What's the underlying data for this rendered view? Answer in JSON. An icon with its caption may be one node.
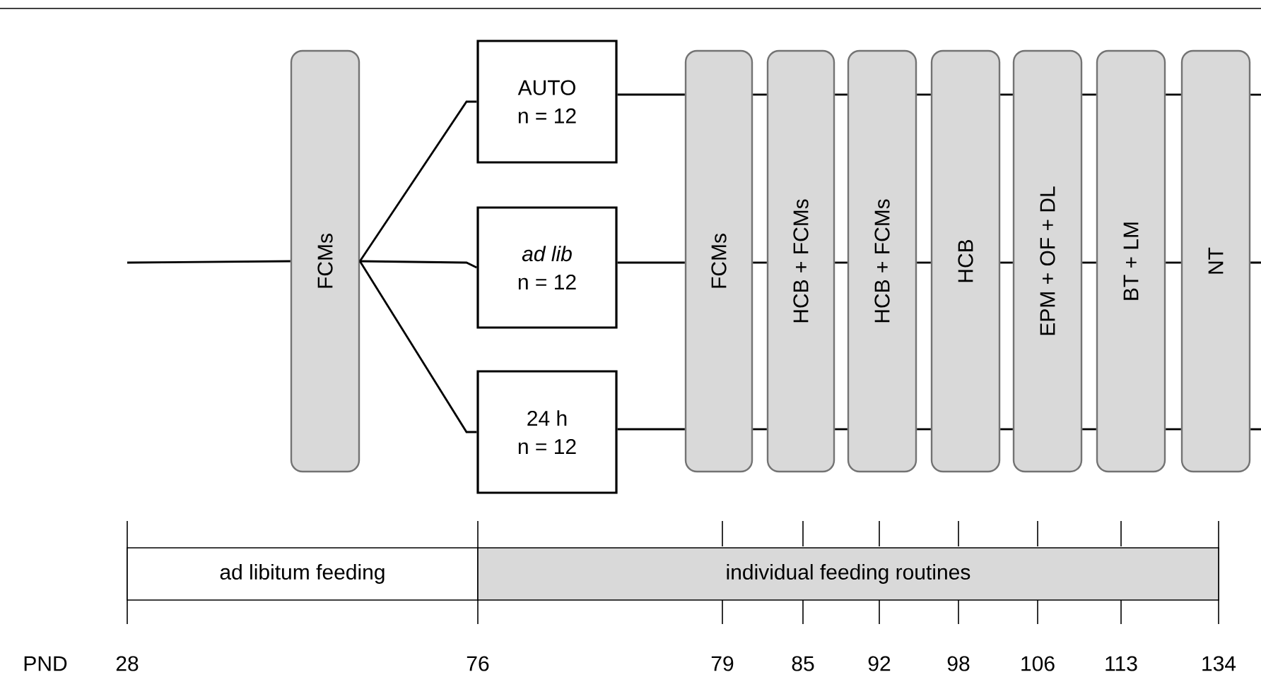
{
  "diagram": {
    "nodes": [
      {
        "text": [
          "FCMs"
        ]
      },
      {
        "text": [
          "AUTO",
          "n = 12"
        ]
      },
      {
        "text": [
          "ad lib",
          "n = 12"
        ]
      },
      {
        "text": [
          "24 h",
          "n = 12"
        ]
      },
      {
        "text": [
          "FCMs"
        ]
      },
      {
        "text": [
          "HCB + FCMs"
        ]
      },
      {
        "text": [
          "HCB + FCMs"
        ]
      },
      {
        "text": [
          "HCB"
        ]
      },
      {
        "text": [
          "EPM + OF + DL"
        ]
      },
      {
        "text": [
          "BT + LM"
        ]
      },
      {
        "text": [
          "NT"
        ]
      },
      {
        "text": [
          "ad libitum feeding"
        ]
      },
      {
        "text": [
          "individual feeding routines"
        ]
      }
    ],
    "edges": [
      {
        "from": null,
        "to": 0,
        "arrow": "none"
      },
      {
        "from": 0,
        "to": 1,
        "arrow": "none"
      },
      {
        "from": 0,
        "to": 2,
        "arrow": "none"
      },
      {
        "from": 0,
        "to": 3,
        "arrow": "none"
      },
      {
        "from": 1,
        "to": 4,
        "arrow": "none"
      },
      {
        "from": 2,
        "to": 4,
        "arrow": "none"
      },
      {
        "from": 3,
        "to": 4,
        "arrow": "none"
      },
      {
        "from": 4,
        "to": 5,
        "arrow": "none"
      },
      {
        "from": 4,
        "to": 5,
        "arrow": "none"
      },
      {
        "from": 4,
        "to": 5,
        "arrow": "none"
      },
      {
        "from": 5,
        "to": 6,
        "arrow": "none"
      },
      {
        "from": 5,
        "to": 6,
        "arrow": "none"
      },
      {
        "from": 5,
        "to": 6,
        "arrow": "none"
      },
      {
        "from": 6,
        "to": 7,
        "arrow": "none"
      },
      {
        "from": 6,
        "to": 7,
        "arrow": "none"
      },
      {
        "from": 6,
        "to": 7,
        "arrow": "none"
      },
      {
        "from": 7,
        "to": 8,
        "arrow": "none"
      },
      {
        "from": 7,
        "to": 8,
        "arrow": "none"
      },
      {
        "from": 7,
        "to": 8,
        "arrow": "none"
      },
      {
        "from": 8,
        "to": 9,
        "arrow": "none"
      },
      {
        "from": 8,
        "to": 9,
        "arrow": "none"
      },
      {
        "from": 8,
        "to": 9,
        "arrow": "none"
      },
      {
        "from": 9,
        "to": 10,
        "arrow": "none"
      },
      {
        "from": 9,
        "to": 10,
        "arrow": "none"
      },
      {
        "from": 9,
        "to": 10,
        "arrow": "none"
      },
      {
        "from": 10,
        "to": null,
        "arrow": "none"
      },
      {
        "from": 10,
        "to": null,
        "arrow": "none"
      },
      {
        "from": 10,
        "to": null,
        "arrow": "none"
      }
    ],
    "labels": [
      "PND",
      "28",
      "76",
      "79",
      "85",
      "92",
      "98",
      "106",
      "113",
      "134"
    ]
  }
}
